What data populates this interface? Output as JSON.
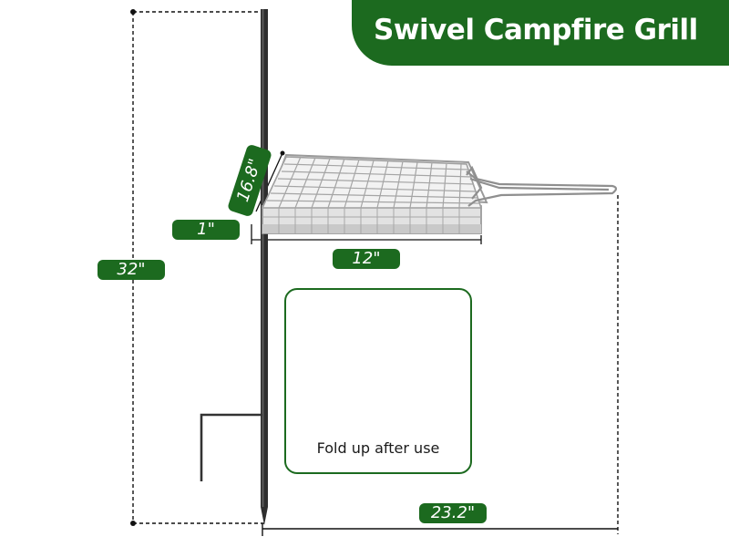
{
  "title": "Swivel Campfire Grill",
  "dimensions": {
    "height": "32\"",
    "depth": "16.8\"",
    "rim": "1\"",
    "width": "12\"",
    "reach": "23.2\""
  },
  "inset": {
    "caption": "Fold up after use"
  },
  "colors": {
    "brand_green": "#1c6a1f",
    "grill_steel": "#b8b8b8",
    "pole": "#2e2e2e"
  }
}
